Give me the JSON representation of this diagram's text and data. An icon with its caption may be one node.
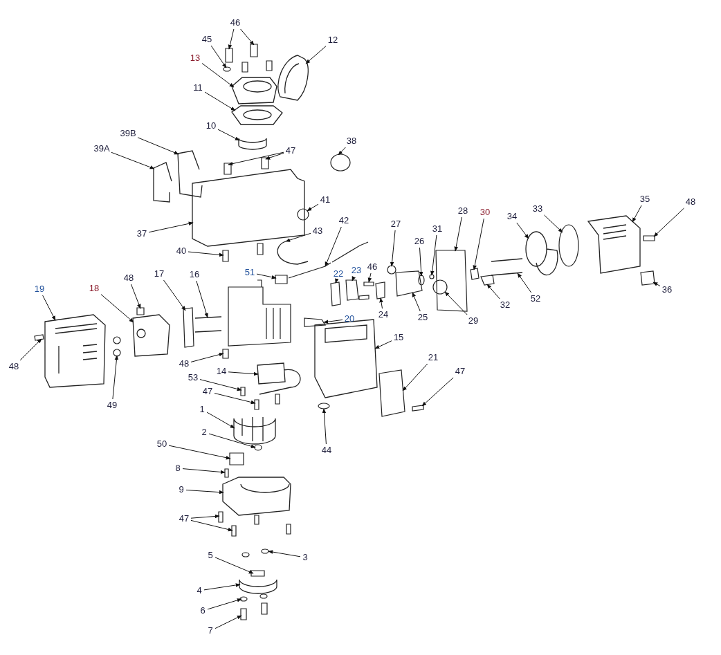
{
  "diagram": {
    "nodes": [
      {
        "text": [
          "46"
        ]
      },
      {
        "text": [
          "45"
        ]
      },
      {
        "text": [
          "12"
        ]
      },
      {
        "text": [
          "13"
        ]
      },
      {
        "text": [
          "11"
        ]
      },
      {
        "text": [
          "10"
        ]
      },
      {
        "text": [
          "39B"
        ]
      },
      {
        "text": [
          "39A"
        ]
      },
      {
        "text": [
          "47"
        ]
      },
      {
        "text": [
          "38"
        ]
      },
      {
        "text": [
          "41"
        ]
      },
      {
        "text": [
          "37"
        ]
      },
      {
        "text": [
          "42"
        ]
      },
      {
        "text": [
          "43"
        ]
      },
      {
        "text": [
          "40"
        ]
      },
      {
        "text": [
          "51"
        ]
      },
      {
        "text": [
          "27"
        ]
      },
      {
        "text": [
          "31"
        ]
      },
      {
        "text": [
          "26"
        ]
      },
      {
        "text": [
          "28"
        ]
      },
      {
        "text": [
          "30"
        ]
      },
      {
        "text": [
          "34"
        ]
      },
      {
        "text": [
          "33"
        ]
      },
      {
        "text": [
          "35"
        ]
      },
      {
        "text": [
          "48"
        ]
      },
      {
        "text": [
          "36"
        ]
      },
      {
        "text": [
          "52"
        ]
      },
      {
        "text": [
          "32"
        ]
      },
      {
        "text": [
          "29"
        ]
      },
      {
        "text": [
          "25"
        ]
      },
      {
        "text": [
          "24"
        ]
      },
      {
        "text": [
          "23"
        ]
      },
      {
        "text": [
          "46"
        ]
      },
      {
        "text": [
          "22"
        ]
      },
      {
        "text": [
          "20"
        ]
      },
      {
        "text": [
          "15"
        ]
      },
      {
        "text": [
          "21"
        ]
      },
      {
        "text": [
          "47"
        ]
      },
      {
        "text": [
          "44"
        ]
      },
      {
        "text": [
          "19"
        ]
      },
      {
        "text": [
          "18"
        ]
      },
      {
        "text": [
          "48"
        ]
      },
      {
        "text": [
          "17"
        ]
      },
      {
        "text": [
          "16"
        ]
      },
      {
        "text": [
          "48"
        ]
      },
      {
        "text": [
          "14"
        ]
      },
      {
        "text": [
          "53"
        ]
      },
      {
        "text": [
          "47"
        ]
      },
      {
        "text": [
          "49"
        ]
      },
      {
        "text": [
          "48"
        ]
      },
      {
        "text": [
          "1"
        ]
      },
      {
        "text": [
          "2"
        ]
      },
      {
        "text": [
          "50"
        ]
      },
      {
        "text": [
          "8"
        ]
      },
      {
        "text": [
          "9"
        ]
      },
      {
        "text": [
          "47"
        ]
      },
      {
        "text": [
          "3"
        ]
      },
      {
        "text": [
          "5"
        ]
      },
      {
        "text": [
          "4"
        ]
      },
      {
        "text": [
          "6"
        ]
      },
      {
        "text": [
          "7"
        ]
      },
      {
        "text": [],
        "shape": "box"
      },
      {
        "text": [],
        "shape": "box"
      },
      {
        "text": [],
        "shape": "circle"
      },
      {
        "text": [],
        "shape": "picture"
      },
      {
        "text": [],
        "shape": "picture"
      },
      {
        "text": [],
        "shape": "picture"
      },
      {
        "text": [],
        "shape": "picture"
      },
      {
        "text": [],
        "shape": "picture"
      },
      {
        "text": [],
        "shape": "picture"
      },
      {
        "text": [],
        "shape": "box"
      },
      {
        "text": [],
        "shape": "box"
      },
      {
        "text": [],
        "shape": "circle"
      },
      {
        "text": [],
        "shape": "circle"
      },
      {
        "text": [],
        "shape": "picture"
      },
      {
        "text": [],
        "shape": "picture"
      },
      {
        "text": [],
        "shape": "picture"
      },
      {
        "text": [],
        "shape": "box"
      },
      {
        "text": [],
        "shape": "box"
      },
      {
        "text": [],
        "shape": "circle"
      },
      {
        "text": [],
        "shape": "circle"
      },
      {
        "text": [],
        "shape": "circle"
      },
      {
        "text": [],
        "shape": "box"
      },
      {
        "text": [],
        "shape": "box"
      },
      {
        "text": [],
        "shape": "picture"
      },
      {
        "text": [],
        "shape": "circle"
      },
      {
        "text": [],
        "shape": "picture"
      },
      {
        "text": [],
        "shape": "box"
      },
      {
        "text": [],
        "shape": "box"
      },
      {
        "text": [],
        "shape": "picture"
      },
      {
        "text": [],
        "shape": "box"
      },
      {
        "text": [],
        "shape": "circle"
      },
      {
        "text": [],
        "shape": "box"
      },
      {
        "text": [],
        "shape": "box"
      },
      {
        "text": [],
        "shape": "box"
      },
      {
        "text": [],
        "shape": "box"
      },
      {
        "text": [],
        "shape": "box"
      },
      {
        "text": [],
        "shape": "box"
      },
      {
        "text": [],
        "shape": "picture"
      },
      {
        "text": [],
        "shape": "box"
      },
      {
        "text": [],
        "shape": "box"
      },
      {
        "text": [],
        "shape": "circle"
      },
      {
        "text": [],
        "shape": "picture"
      },
      {
        "text": [],
        "shape": "picture"
      },
      {
        "text": [],
        "shape": "box"
      },
      {
        "text": [],
        "shape": "box"
      },
      {
        "text": [],
        "shape": "picture"
      },
      {
        "text": [],
        "shape": "box"
      },
      {
        "text": [],
        "shape": "picture"
      },
      {
        "text": [],
        "shape": "box"
      },
      {
        "text": [],
        "shape": "box"
      },
      {
        "text": [],
        "shape": "circle"
      },
      {
        "text": [],
        "shape": "box"
      },
      {
        "text": [],
        "shape": "picture"
      },
      {
        "text": [],
        "shape": "circle"
      },
      {
        "text": [],
        "shape": "box"
      },
      {
        "text": [],
        "shape": "box"
      },
      {
        "text": [],
        "shape": "picture"
      },
      {
        "text": [],
        "shape": "box"
      },
      {
        "text": [],
        "shape": "box"
      },
      {
        "text": [],
        "shape": "circle"
      },
      {
        "text": [],
        "shape": "box"
      },
      {
        "text": [],
        "shape": "picture"
      },
      {
        "text": [],
        "shape": "circle"
      },
      {
        "text": [],
        "shape": "box"
      }
    ],
    "edges": [
      {
        "from": 0,
        "to": 61,
        "arrow": "to"
      },
      {
        "from": 0,
        "to": 62,
        "arrow": "to"
      },
      {
        "from": 1,
        "to": 63,
        "arrow": "to"
      },
      {
        "from": 2,
        "to": 64,
        "arrow": "to"
      },
      {
        "from": 3,
        "to": 65,
        "arrow": "to"
      },
      {
        "from": 4,
        "to": 66,
        "arrow": "to"
      },
      {
        "from": 5,
        "to": 67,
        "arrow": "to"
      },
      {
        "from": 6,
        "to": 68,
        "arrow": "to"
      },
      {
        "from": 7,
        "to": 69,
        "arrow": "to"
      },
      {
        "from": 8,
        "to": 70,
        "arrow": "to"
      },
      {
        "from": 8,
        "to": 71,
        "arrow": "to"
      },
      {
        "from": 9,
        "to": 72,
        "arrow": "to"
      },
      {
        "from": 10,
        "to": 73,
        "arrow": "to"
      },
      {
        "from": 11,
        "to": 74,
        "arrow": "to"
      },
      {
        "from": 12,
        "to": 75,
        "arrow": "to"
      },
      {
        "from": 13,
        "to": 76,
        "arrow": "to"
      },
      {
        "from": 14,
        "to": 77,
        "arrow": "to"
      },
      {
        "from": 15,
        "to": 78,
        "arrow": "to"
      },
      {
        "from": 16,
        "to": 79,
        "arrow": "to"
      },
      {
        "from": 17,
        "to": 80,
        "arrow": "to"
      },
      {
        "from": 18,
        "to": 81,
        "arrow": "to"
      },
      {
        "from": 19,
        "to": 82,
        "arrow": "to"
      },
      {
        "from": 20,
        "to": 83,
        "arrow": "to"
      },
      {
        "from": 21,
        "to": 84,
        "arrow": "to"
      },
      {
        "from": 22,
        "to": 85,
        "arrow": "to"
      },
      {
        "from": 23,
        "to": 86,
        "arrow": "to"
      },
      {
        "from": 24,
        "to": 87,
        "arrow": "to"
      },
      {
        "from": 25,
        "to": 88,
        "arrow": "to"
      },
      {
        "from": 26,
        "to": 89,
        "arrow": "to"
      },
      {
        "from": 27,
        "to": 90,
        "arrow": "to"
      },
      {
        "from": 28,
        "to": 91,
        "arrow": "to"
      },
      {
        "from": 29,
        "to": 92,
        "arrow": "to"
      },
      {
        "from": 30,
        "to": 93,
        "arrow": "to"
      },
      {
        "from": 31,
        "to": 94,
        "arrow": "to"
      },
      {
        "from": 32,
        "to": 95,
        "arrow": "to"
      },
      {
        "from": 33,
        "to": 96,
        "arrow": "to"
      },
      {
        "from": 34,
        "to": 97,
        "arrow": "to"
      },
      {
        "from": 35,
        "to": 98,
        "arrow": "to"
      },
      {
        "from": 36,
        "to": 99,
        "arrow": "to"
      },
      {
        "from": 37,
        "to": 100,
        "arrow": "to"
      },
      {
        "from": 38,
        "to": 101,
        "arrow": "to"
      },
      {
        "from": 39,
        "to": 102,
        "arrow": "to"
      },
      {
        "from": 40,
        "to": 103,
        "arrow": "to"
      },
      {
        "from": 41,
        "to": 104,
        "arrow": "to"
      },
      {
        "from": 42,
        "to": 105,
        "arrow": "to"
      },
      {
        "from": 43,
        "to": 106,
        "arrow": "to"
      },
      {
        "from": 44,
        "to": 107,
        "arrow": "to"
      },
      {
        "from": 45,
        "to": 108,
        "arrow": "to"
      },
      {
        "from": 46,
        "to": 109,
        "arrow": "to"
      },
      {
        "from": 47,
        "to": 110,
        "arrow": "to"
      },
      {
        "from": 48,
        "to": 111,
        "arrow": "to"
      },
      {
        "from": 49,
        "to": 112,
        "arrow": "to"
      },
      {
        "from": 50,
        "to": 113,
        "arrow": "to"
      },
      {
        "from": 51,
        "to": 114,
        "arrow": "to"
      },
      {
        "from": 52,
        "to": 115,
        "arrow": "to"
      },
      {
        "from": 53,
        "to": 116,
        "arrow": "to"
      },
      {
        "from": 54,
        "to": 117,
        "arrow": "to"
      },
      {
        "from": 55,
        "to": 118,
        "arrow": "to"
      },
      {
        "from": 55,
        "to": 119,
        "arrow": "to"
      },
      {
        "from": 56,
        "to": 120,
        "arrow": "to"
      },
      {
        "from": 57,
        "to": 121,
        "arrow": "to"
      },
      {
        "from": 58,
        "to": 122,
        "arrow": "to"
      },
      {
        "from": 59,
        "to": 123,
        "arrow": "to"
      },
      {
        "from": 60,
        "to": 124,
        "arrow": "to"
      }
    ]
  }
}
